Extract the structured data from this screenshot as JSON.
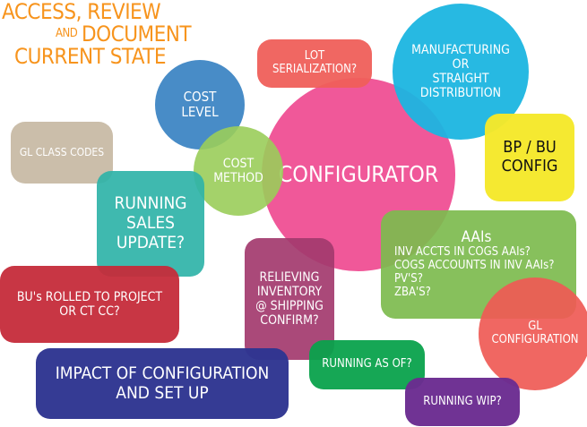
{
  "title": {
    "line1": "ACCESS, REVIEW",
    "line2_small": "AND",
    "line2": "DOCUMENT",
    "line3": "CURRENT STATE"
  },
  "bubbles": {
    "lot_serialization": [
      "LOT",
      "SERIALIZATION?"
    ],
    "manufacturing": [
      "MANUFACTURING",
      "OR",
      "STRAIGHT",
      "DISTRIBUTION"
    ],
    "cost_level": [
      "COST",
      "LEVEL"
    ],
    "gl_class_codes": [
      "GL CLASS CODES"
    ],
    "cost_method": [
      "COST",
      "METHOD"
    ],
    "configurator": [
      "CONFIGURATOR"
    ],
    "bp_bu_config": [
      "BP / BU",
      "CONFIG"
    ],
    "running_sales_update": [
      "RUNNING",
      "SALES",
      "UPDATE?"
    ],
    "aais": {
      "heading": "AAIs",
      "items": [
        "INV ACCTS IN COGS AAIs?",
        "COGS ACCOUNTS IN INV AAIs?",
        "PV'S?",
        "ZBA'S?"
      ]
    },
    "bus_rolled": [
      "BU's ROLLED TO PROJECT",
      "OR CT CC?"
    ],
    "relieving_inventory": [
      "RELIEVING",
      "INVENTORY",
      "@ SHIPPING",
      "CONFIRM?"
    ],
    "gl_configuration": [
      "GL",
      "CONFIGURATION"
    ],
    "impact": [
      "IMPACT OF CONFIGURATION",
      "AND SET UP"
    ],
    "running_as_of": [
      "RUNNING AS OF?"
    ],
    "running_wip": [
      "RUNNING WIP?"
    ]
  },
  "colors": {
    "title": "#f7941d",
    "lot": "#ef5f5a",
    "manufacturing": "#1bb5e0",
    "cost_level": "#3e86c4",
    "gl_class": "#c8bba5",
    "cost_method": "#9acd5a",
    "configurator": "#ef4f93",
    "bp_bu": "#f5e82a",
    "running_sales": "#2fb3a8",
    "aais": "#7dbb4e",
    "bus_rolled": "#c52b3a",
    "relieving": "#a33a6e",
    "gl_config": "#ef5a55",
    "impact": "#2e3591",
    "running_as_of": "#0aa24c",
    "running_wip": "#6b2c91"
  }
}
